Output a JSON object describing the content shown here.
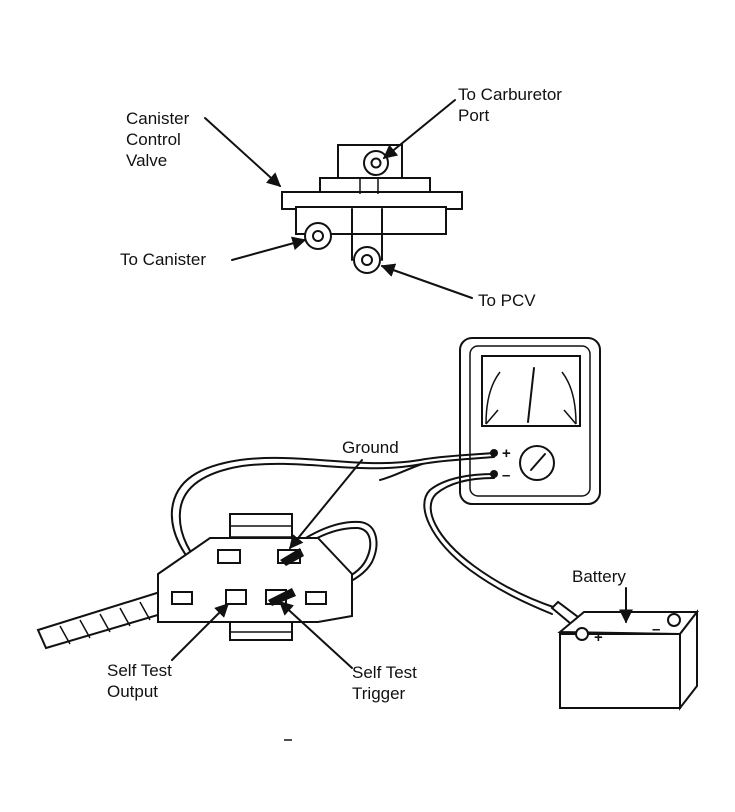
{
  "valve": {
    "label_name_1": "Canister",
    "label_name_2": "Control",
    "label_name_3": "Valve",
    "label_carb_1": "To Carburetor",
    "label_carb_2": "Port",
    "label_canister": "To Canister",
    "label_pcv": "To PCV"
  },
  "test": {
    "label_ground": "Ground",
    "label_battery": "Battery",
    "label_output_1": "Self Test",
    "label_output_2": "Output",
    "label_trigger_1": "Self Test",
    "label_trigger_2": "Trigger",
    "meter_plus": "+",
    "meter_minus": "–",
    "battery_plus": "+",
    "battery_minus": "–"
  }
}
